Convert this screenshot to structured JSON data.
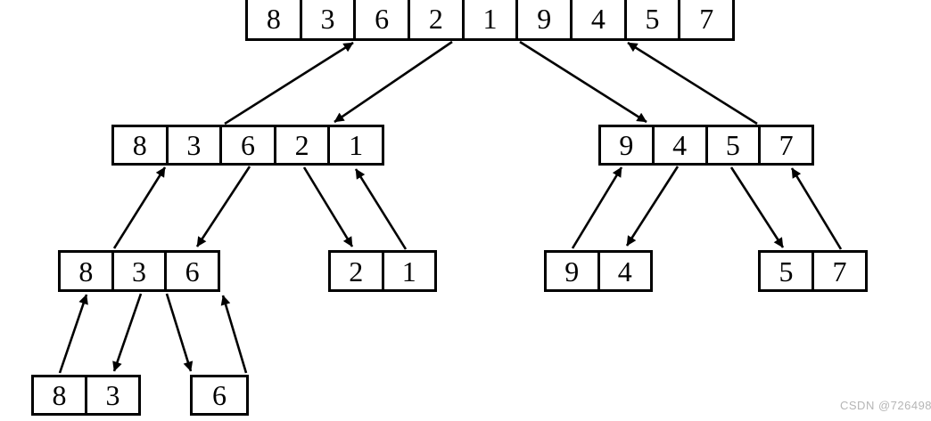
{
  "diagram": {
    "type": "merge-sort-divide-tree",
    "nodes": [
      {
        "id": "root",
        "values": [
          "8",
          "3",
          "6",
          "2",
          "1",
          "9",
          "4",
          "5",
          "7"
        ]
      },
      {
        "id": "left",
        "values": [
          "8",
          "3",
          "6",
          "2",
          "1"
        ]
      },
      {
        "id": "right",
        "values": [
          "9",
          "4",
          "5",
          "7"
        ]
      },
      {
        "id": "left-left",
        "values": [
          "8",
          "3",
          "6"
        ]
      },
      {
        "id": "left-right",
        "values": [
          "2",
          "1"
        ]
      },
      {
        "id": "right-left",
        "values": [
          "9",
          "4"
        ]
      },
      {
        "id": "right-right",
        "values": [
          "5",
          "7"
        ]
      },
      {
        "id": "left-left-left",
        "values": [
          "8",
          "3"
        ]
      },
      {
        "id": "left-left-right",
        "values": [
          "6"
        ]
      }
    ],
    "edges": [
      {
        "from": "root",
        "to": "left",
        "split_arrow": true,
        "merge_arrow": true
      },
      {
        "from": "root",
        "to": "right",
        "split_arrow": true,
        "merge_arrow": true
      },
      {
        "from": "left",
        "to": "left-left",
        "split_arrow": true,
        "merge_arrow": true
      },
      {
        "from": "left",
        "to": "left-right",
        "split_arrow": true,
        "merge_arrow": true
      },
      {
        "from": "right",
        "to": "right-left",
        "split_arrow": true,
        "merge_arrow": true
      },
      {
        "from": "right",
        "to": "right-right",
        "split_arrow": true,
        "merge_arrow": true
      },
      {
        "from": "left-left",
        "to": "left-left-left",
        "split_arrow": true,
        "merge_arrow": true
      },
      {
        "from": "left-left",
        "to": "left-left-right",
        "split_arrow": true,
        "merge_arrow": true
      }
    ]
  },
  "watermark": "CSDN @726498",
  "colors": {
    "line": "#000000",
    "box_border": "#000000",
    "text": "#000000",
    "background": "#ffffff",
    "watermark": "#b5b5b5"
  }
}
